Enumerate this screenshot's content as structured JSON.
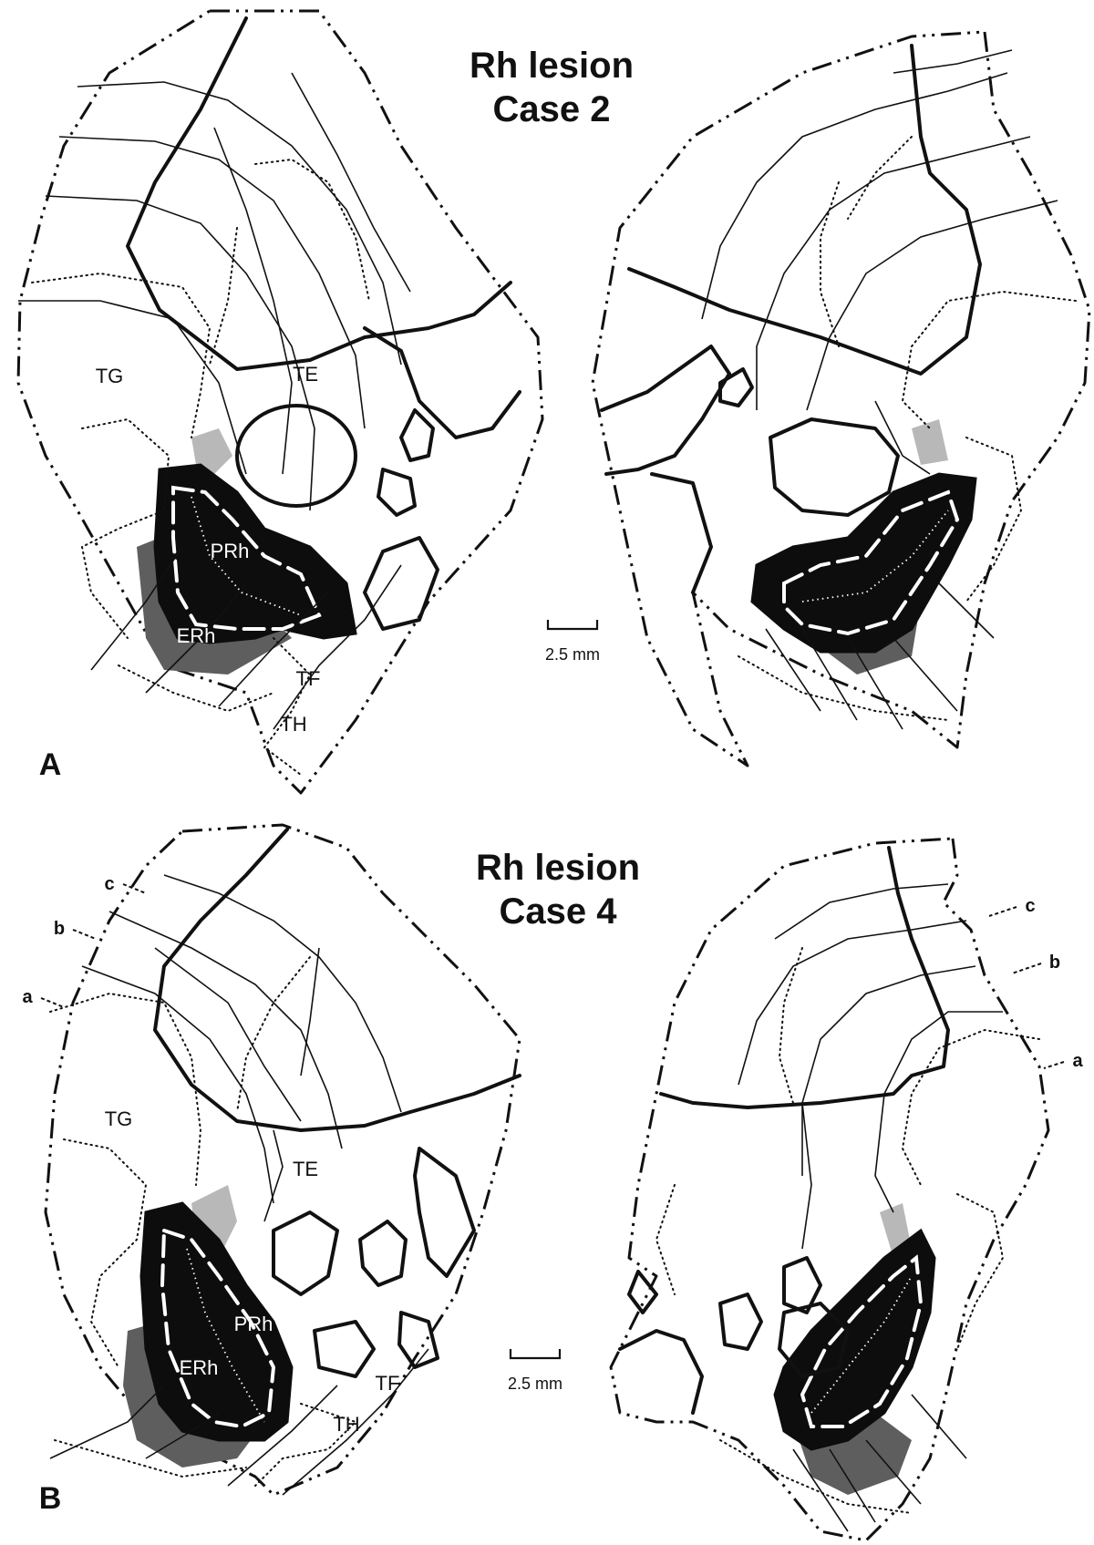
{
  "panel_a": {
    "letter": "A",
    "title_line1": "Rh lesion",
    "title_line2": "Case 2",
    "scale_label": "2.5 mm",
    "regions": {
      "tg": "TG",
      "te": "TE",
      "prh": "PRh",
      "erh": "ERh",
      "tf": "TF",
      "th": "TH"
    }
  },
  "panel_b": {
    "letter": "B",
    "title_line1": "Rh lesion",
    "title_line2": "Case 4",
    "scale_label": "2.5 mm",
    "regions": {
      "tg": "TG",
      "te": "TE",
      "prh": "PRh",
      "erh": "ERh",
      "tf": "TF",
      "th": "TH"
    },
    "markers_left": {
      "a": "a",
      "b": "b",
      "c": "c"
    },
    "markers_right": {
      "a": "a",
      "b": "b",
      "c": "c"
    }
  },
  "colors": {
    "ink": "#111111",
    "lesion": "#0d0d0d",
    "shading_dark": "#5e5e5e",
    "shading_light": "#b8b8b8",
    "background": "#ffffff"
  }
}
